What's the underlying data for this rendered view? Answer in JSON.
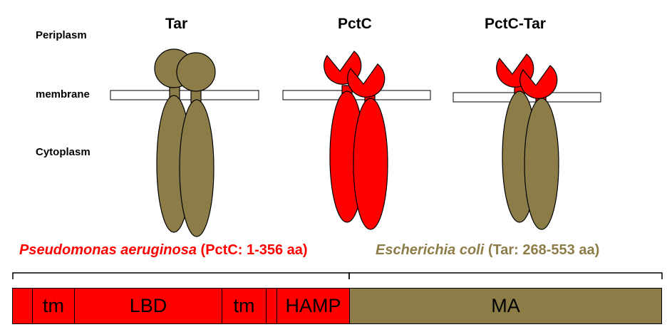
{
  "side_labels": {
    "periplasm": "Periplasm",
    "membrane": "membrane",
    "cytoplasm": "Cytoplasm"
  },
  "receptors": [
    {
      "title": "Tar"
    },
    {
      "title": "PctC"
    },
    {
      "title": "PctC-Tar"
    }
  ],
  "organisms": {
    "left": {
      "species": "Pseudomonas aeruginosa",
      "range": "(PctC: 1-356 aa)"
    },
    "right": {
      "species": "Escherichia coli",
      "range": "(Tar: 268-553 aa)"
    }
  },
  "domains": [
    {
      "label": "",
      "source": "PctC"
    },
    {
      "label": "tm",
      "source": "PctC"
    },
    {
      "label": "LBD",
      "source": "PctC"
    },
    {
      "label": "tm",
      "source": "PctC"
    },
    {
      "label": "",
      "source": "PctC"
    },
    {
      "label": "HAMP",
      "source": "PctC"
    },
    {
      "label": "MA",
      "source": "Tar"
    }
  ],
  "colors": {
    "pctc": "#ff0000",
    "tar": "#8c7d48",
    "membrane_fill": "#ffffff",
    "outline": "#000000"
  }
}
